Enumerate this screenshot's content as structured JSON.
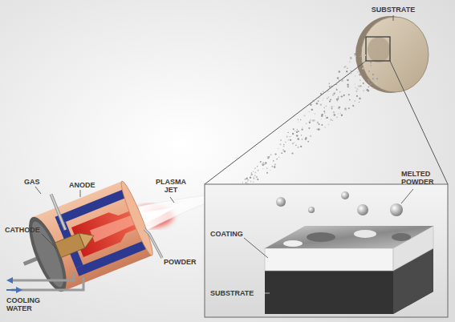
{
  "diagram": {
    "labels": [
      "SUBSTRATE",
      "GAS",
      "ANODE",
      "CATHODE",
      "PLASMA JET",
      "POWDER",
      "COOLING WATER",
      "MELTED POWDER",
      "COATING",
      "SUBSTRATE"
    ]
  }
}
